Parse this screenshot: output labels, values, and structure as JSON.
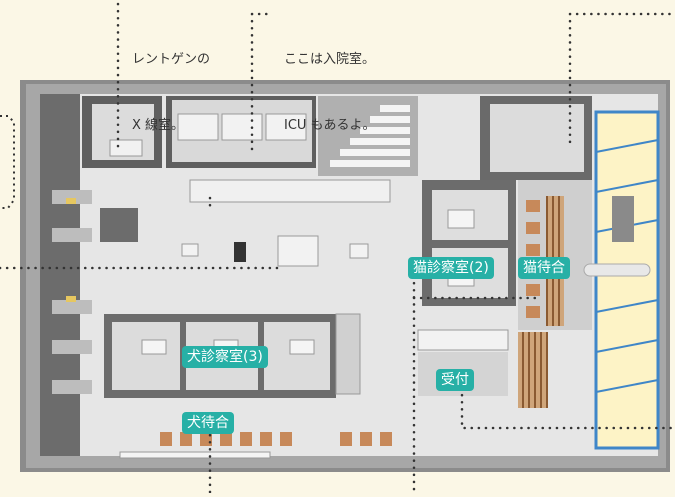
{
  "captions": {
    "xray_line1": "レントゲンの",
    "xray_line2": "X 線室。",
    "ward_line1": "ここは入院室。",
    "ward_line2": "ICU もあるよ。"
  },
  "room_labels": {
    "cat_exam": "猫診察室(2)",
    "cat_waiting": "猫待合",
    "dog_exam": "犬診察室(3)",
    "reception": "受付",
    "dog_waiting": "犬待合"
  },
  "colors": {
    "label_bg": "#27b0a6",
    "background": "#fbf7e6",
    "leader_line": "#333333",
    "window_frame": "#3f86c8",
    "window_glass": "#fdf3c6"
  }
}
